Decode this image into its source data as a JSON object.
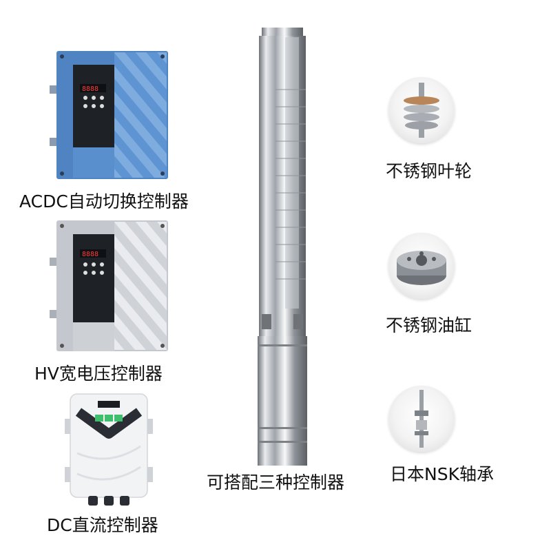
{
  "controllers": [
    {
      "label": "ACDC自动切换控制器",
      "color": "#5b8fcc",
      "display": "8888"
    },
    {
      "label": "HV宽电压控制器",
      "color": "#c9ccd1",
      "display": "8888"
    },
    {
      "label": "DC直流控制器",
      "color": "#f4f5f7",
      "display": ""
    }
  ],
  "pump": {
    "label": "可搭配三种控制器"
  },
  "features": [
    {
      "label": "不锈钢叶轮",
      "icon": "impeller-icon"
    },
    {
      "label": "不锈钢油缸",
      "icon": "oil-cylinder-icon"
    },
    {
      "label": "日本NSK轴承",
      "icon": "bearing-icon"
    }
  ]
}
